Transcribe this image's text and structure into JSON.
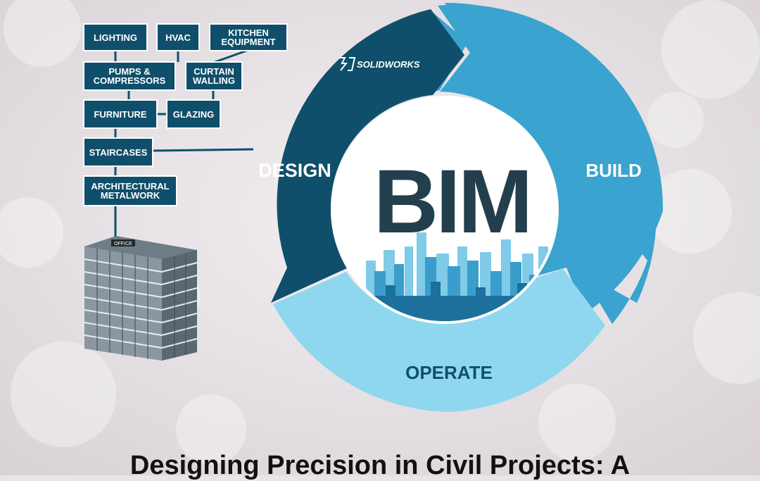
{
  "diagram": {
    "center_label": "BIM",
    "segments": {
      "design": "DESIGN",
      "build": "BUILD",
      "operate": "OPERATE"
    },
    "brand": {
      "logo_text": "SOLIDWORKS",
      "logo_mark": "3DS-logo-icon"
    },
    "components": [
      "LIGHTING",
      "HVAC",
      "KITCHEN\nEQUIPMENT",
      "PUMPS &\nCOMPRESSORS",
      "CURTAIN\nWALLING",
      "FURNITURE",
      "GLAZING",
      "STAIRCASES",
      "ARCHITECTURAL\nMETALWORK"
    ],
    "building_sign": "OFFICE"
  },
  "caption": "Designing Precision in Civil Projects: A",
  "colors": {
    "design": "#0f4f6b",
    "build": "#3aa3cf",
    "operate": "#8ed7ef",
    "center_text": "#233f4d",
    "skyline_light": "#7fcbe8",
    "skyline_mid": "#3b9dcc",
    "skyline_dark": "#1d6f9c"
  }
}
